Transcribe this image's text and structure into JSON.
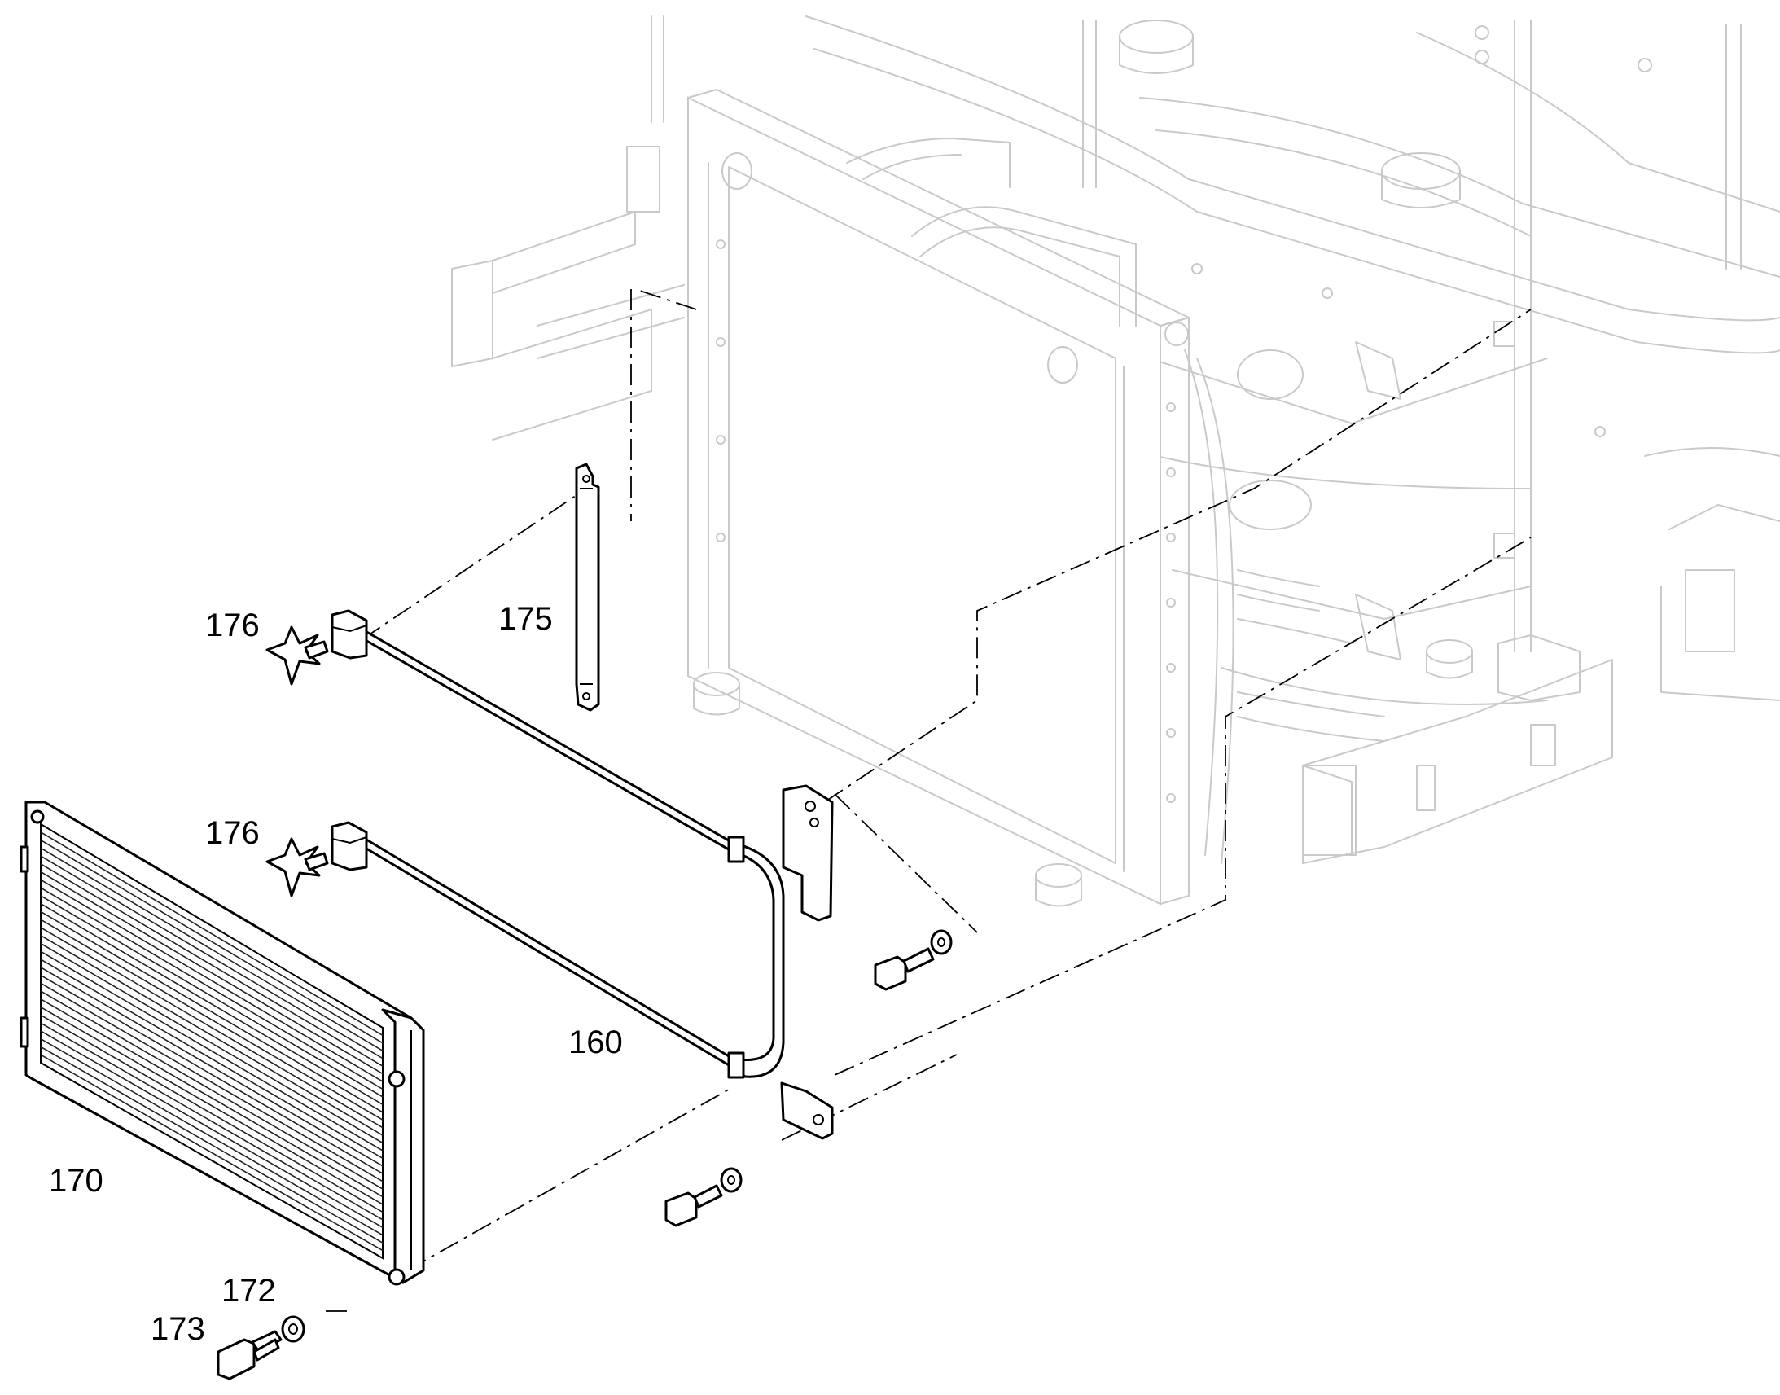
{
  "colors": {
    "part_outline": "#000000",
    "ghost_outline": "#c9c9c9",
    "background": "#ffffff"
  },
  "callouts": [
    {
      "id": "c176a",
      "text": "176"
    },
    {
      "id": "c175",
      "text": "175"
    },
    {
      "id": "c176b",
      "text": "176"
    },
    {
      "id": "c160",
      "text": "160"
    },
    {
      "id": "c170",
      "text": "170"
    },
    {
      "id": "c172",
      "text": "172"
    },
    {
      "id": "c173",
      "text": "173"
    }
  ]
}
